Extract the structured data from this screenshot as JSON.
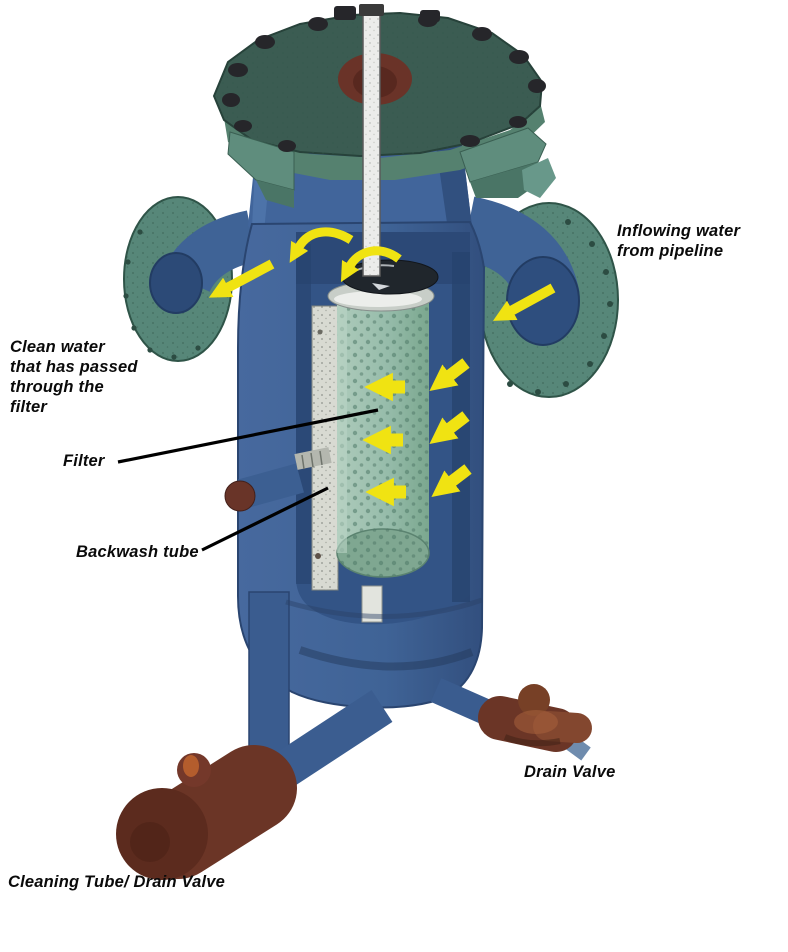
{
  "figure": {
    "title": "Water filter cutaway diagram",
    "type": "cutaway-illustration",
    "flow_arrow_count": 10
  },
  "labels": {
    "inflowing": "Inflowing water\nfrom pipeline",
    "clean_water": "Clean water\nthat has passed\nthrough the\nfilter",
    "filter": "Filter",
    "backwash_tube": "Backwash tube",
    "drain_valve": "Drain Valve",
    "cleaning_tube": "Cleaning Tube/ Drain Valve"
  },
  "colors": {
    "background": "#ffffff",
    "vessel_blue": "#3f6396",
    "flange_teal": "#578779",
    "flange_teal_dark": "#3b5c52",
    "filter_green": "#96bcaa",
    "backwash_gray": "#d8dad2",
    "valve_brown": "#6b3526",
    "arrow_yellow": "#f0e312",
    "leader_black": "#000000"
  }
}
